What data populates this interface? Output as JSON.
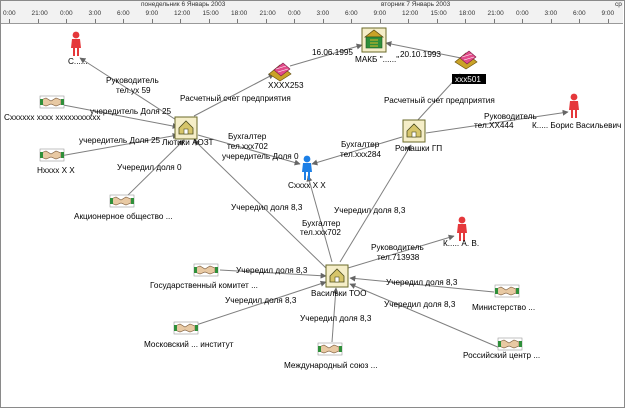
{
  "timeline": {
    "days": [
      "понедельник 6 Январь 2003",
      "вторник 7 Январь 2003",
      "ср"
    ],
    "ticks": [
      "0:00",
      "21:00",
      "0:00",
      "3:00",
      "6:00",
      "9:00",
      "12:00",
      "15:00",
      "18:00",
      "21:00",
      "0:00",
      "3:00",
      "6:00",
      "9:00",
      "12:00",
      "15:00",
      "18:00",
      "21:00",
      "0:00",
      "3:00",
      "6:00",
      "9:00"
    ]
  },
  "nodes": {
    "person_c": "С......",
    "person_k_boris": "К..... Борис Васильевич",
    "person_k_av": "К..... А. В.",
    "person_center": "Сxxxx X X",
    "org_cxxx": "Схxxxxx xxxx xxxxxxxxxxx",
    "org_nxxx": "Нxxxx X X",
    "org_akcion": "Акционерное общество ...",
    "lyutiki": "Лютики АОЗТ",
    "romashki": "Ромашки ГП",
    "vasilki": "Васильки ТОО",
    "bank_makb": "МАКБ \"......\"",
    "acct_253": "XXXX253",
    "acct_501": "xxx501",
    "org_gos": "Государственный комитет ...",
    "org_moskov": "Московский ... институт",
    "org_mezhd": "Международный союз ...",
    "org_rossiysk": "Российский центр ...",
    "org_ministerstvo": "Министерство ..."
  },
  "edges": {
    "date_1": "16.06.1995",
    "date_2": "20.10.1993",
    "account_1": "Расчетный счет предприятия",
    "account_2": "Расчетный счет предприятия",
    "rukovod_1": [
      "Руководитель",
      "тел.ух 59"
    ],
    "rukovod_2": [
      "Руководитель",
      "тел.ХХ444"
    ],
    "rukovod_3": [
      "Руководитель",
      "тел.713938"
    ],
    "uchred_25_a": "учередитель Доля 25",
    "uchred_25_b": "учередитель Доля 25",
    "uchred_0_a": "Учередил доля 0",
    "uchred_0_b": "учередитель Доля 0",
    "buh_1": [
      "Бухгалтер",
      "тел.ххх702"
    ],
    "buh_2": [
      "Бухгалтер",
      "тел.ххх284"
    ],
    "buh_3": [
      "Бухгалтер",
      "тел.ххх702"
    ],
    "uchred_83_1": "Учередил доля 8,3",
    "uchred_83_2": "Учередил доля 8,3",
    "uchred_83_3": "Учередил доля 8,3",
    "uchred_83_4": "Учередил доля 8,3",
    "uchred_83_5": "Учередил доля 8,3",
    "uchred_83_6": "Учередил доля 8,3",
    "uchred_83_7": "Учередил доля 8,3"
  },
  "colors": {
    "person": "#e5383b",
    "person_center": "#1c7fe6",
    "line": "#7f7f7f",
    "house_bg": "#f5eec8",
    "gold": "#d9b92a",
    "sel_bg": "#000000"
  }
}
